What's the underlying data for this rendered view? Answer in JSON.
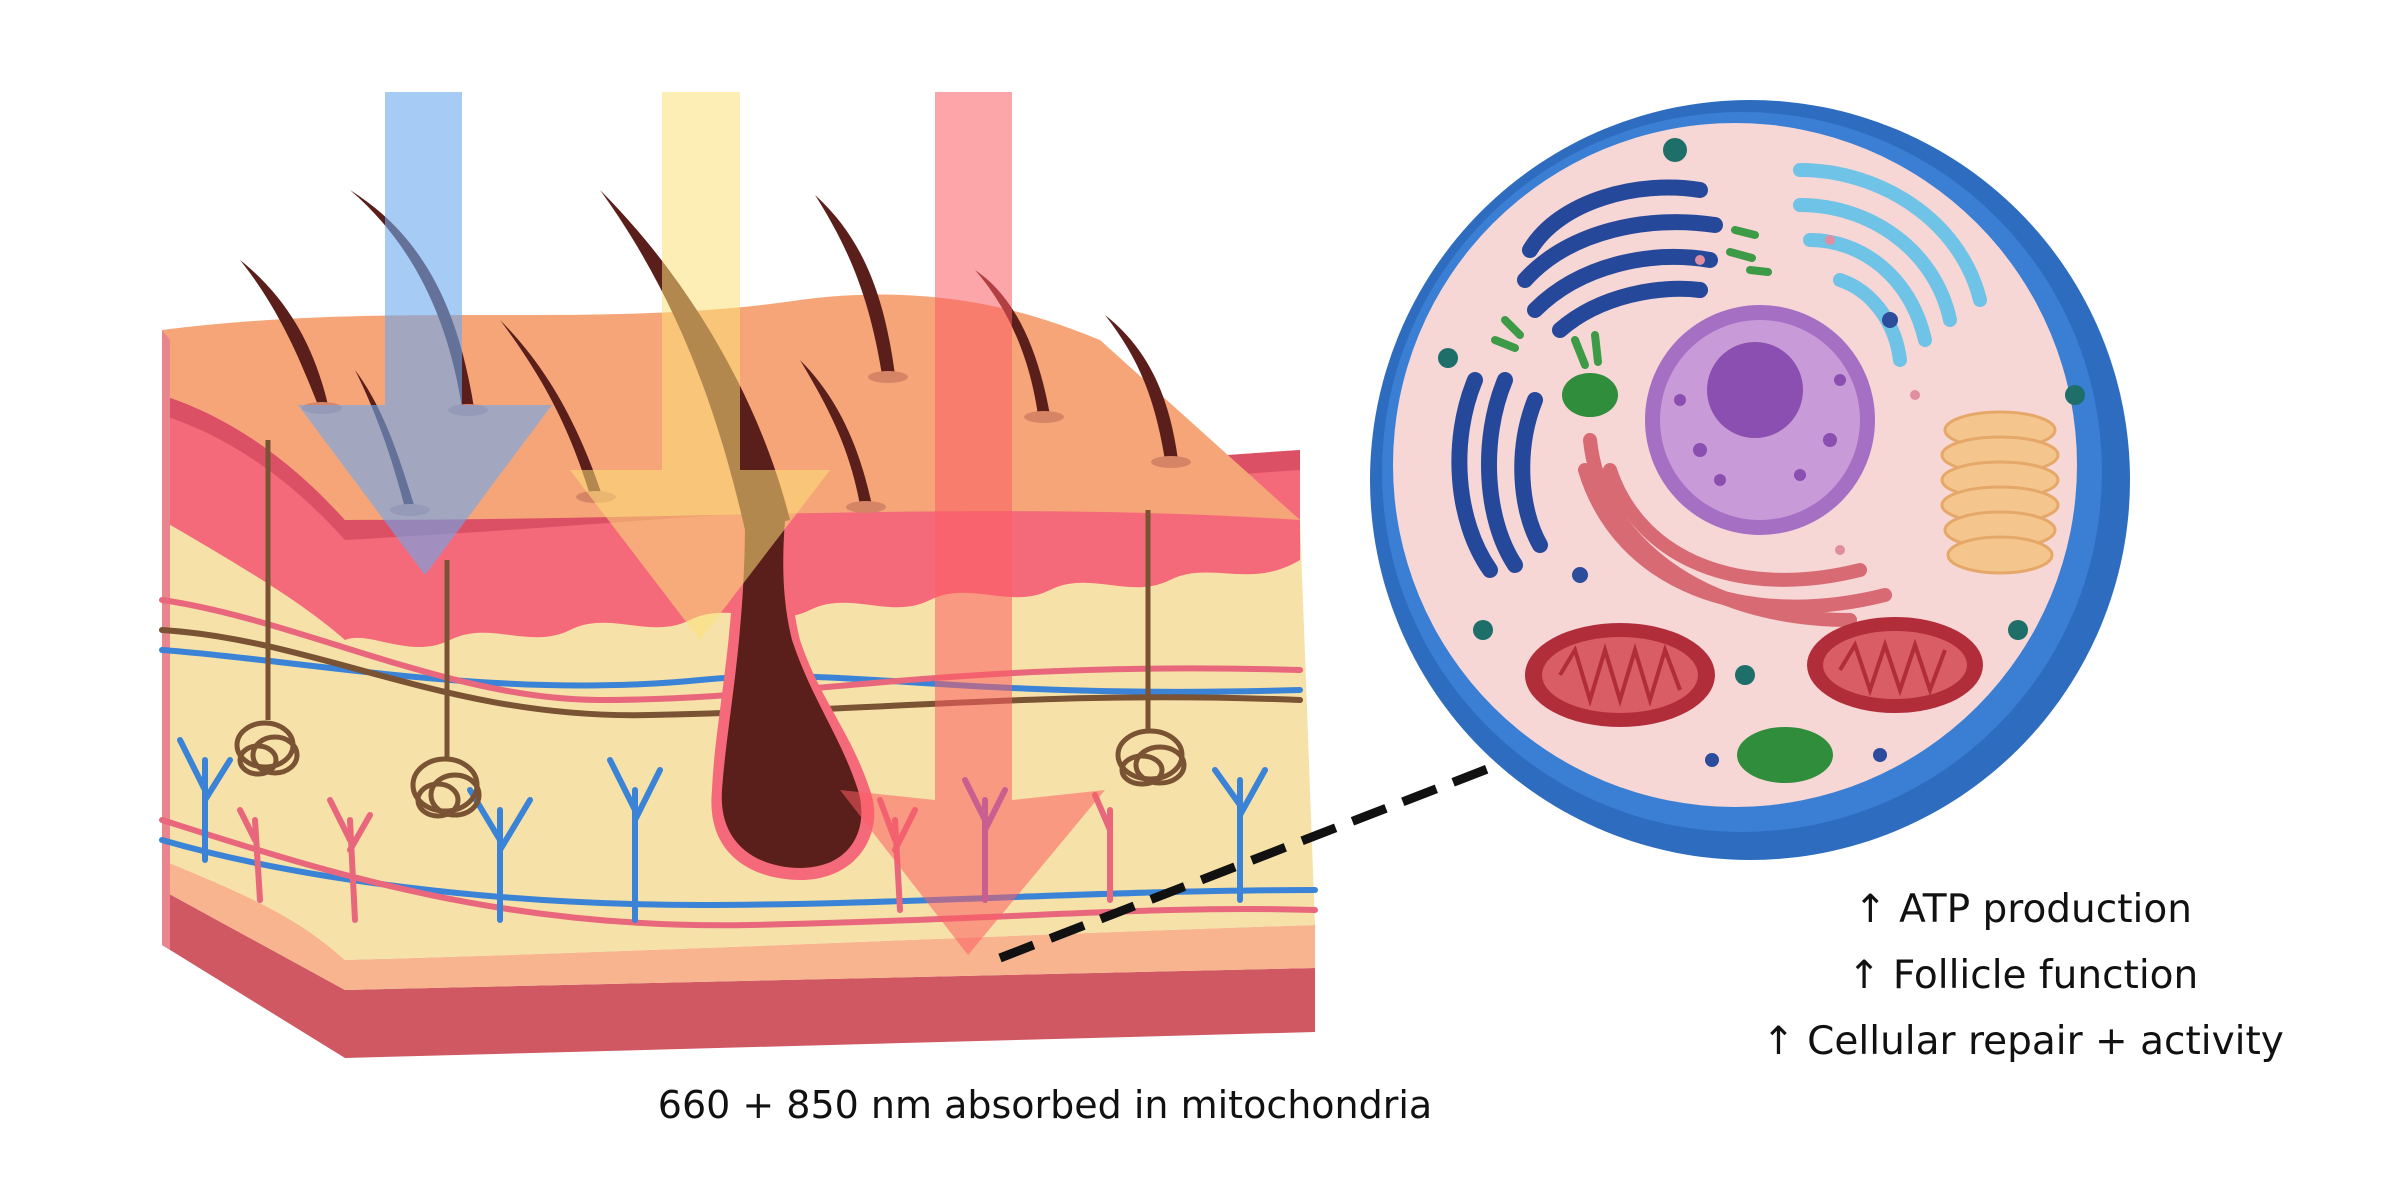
{
  "caption": "660 + 850 nm absorbed in mitochondria",
  "benefits": [
    {
      "text": "↑ ATP production"
    },
    {
      "text": "↑ Follicle function"
    },
    {
      "text": "↑ Cellular repair + activity"
    }
  ],
  "colors": {
    "beam_blue": "#6ba9ef",
    "beam_yellow": "#fbe596",
    "beam_red": "#fb7d80",
    "epidermis": "#f6a578",
    "dermis_band": "#f46a7a",
    "dermis": "#f6e2a8",
    "base": "#cf5863",
    "hair": "#5a1e1b",
    "vein": "#3b83d6",
    "artery": "#e8677d",
    "cell_membrane": "#2e6cc0",
    "cytoplasm": "#f7d6d6",
    "nucleus": "#a56fc4",
    "mitochondria": "#b12d3a",
    "golgi": "#f4c68d"
  },
  "icons": [
    "skin-cross-section",
    "light-beam-arrow",
    "hair-follicle",
    "cell",
    "mitochondrion",
    "nucleus",
    "dashed-connector"
  ]
}
